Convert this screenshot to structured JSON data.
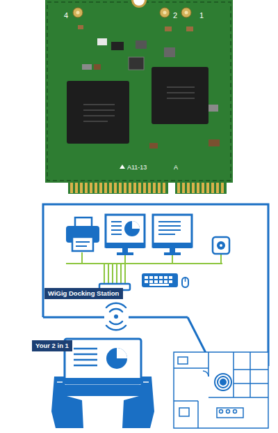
{
  "diagram": {
    "nodes": [
      {
        "text": [
          "WiGig Docking Station"
        ]
      },
      {
        "text": [
          "Your 2 in 1"
        ]
      }
    ],
    "labels": [
      "4",
      "2",
      "1",
      "A11-13",
      "A"
    ]
  }
}
